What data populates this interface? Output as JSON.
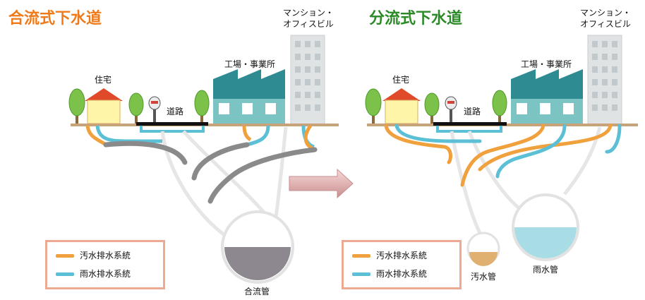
{
  "left": {
    "title": "合流式下水道",
    "house_label": "住宅",
    "road_label": "道路",
    "factory_label": "工場・事業所",
    "mansion_line1": "マンション・",
    "mansion_line2": "オフィスビル",
    "pipe_label": "合流管",
    "legend": {
      "sewage_label": "汚水排水系統",
      "storm_label": "雨水排水系統"
    }
  },
  "right": {
    "title": "分流式下水道",
    "house_label": "住宅",
    "road_label": "道路",
    "factory_label": "工場・事業所",
    "mansion_line1": "マンション・",
    "mansion_line2": "オフィスビル",
    "sewage_pipe_label": "汚水管",
    "storm_pipe_label": "雨水管",
    "legend": {
      "sewage_label": "汚水排水系統",
      "storm_label": "雨水排水系統"
    }
  },
  "colors": {
    "sewage": "#f0a03c",
    "storm": "#5bbfd6",
    "combined": "#8a8a8a",
    "ground": "#c8a37a",
    "title_left": "#ef7a1a",
    "title_right": "#2a8a26",
    "legend_border": "#ecaa92"
  }
}
